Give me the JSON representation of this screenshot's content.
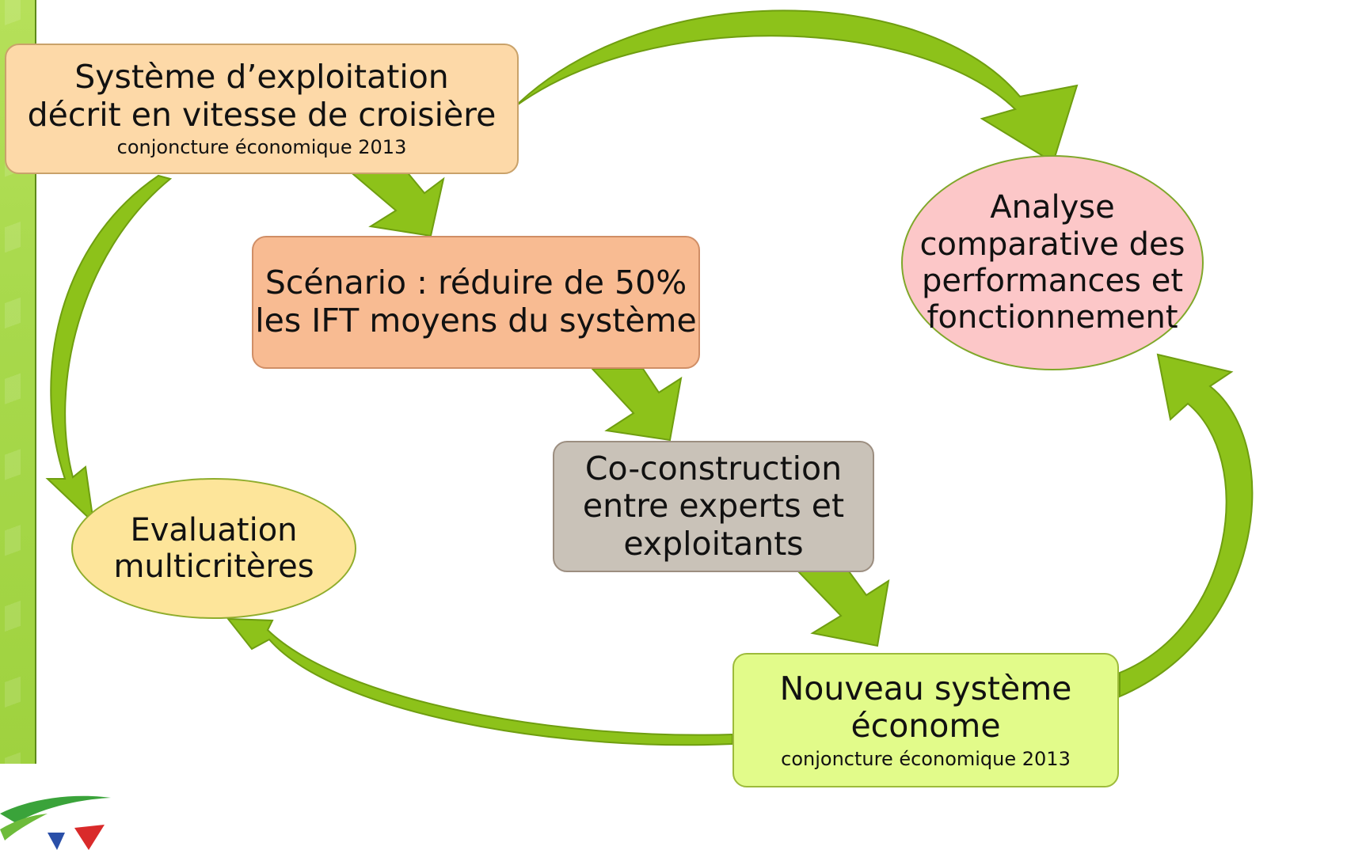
{
  "colors": {
    "arrow_green": "#8dc21a",
    "system_fill": "#fdd9a8",
    "scenario_fill": "#f8bb92",
    "coconstruction_fill": "#c9c2b8",
    "nouveau_fill": "#e2fb8a",
    "evaluation_fill": "#fde59a",
    "analyse_fill": "#fcc7c8"
  },
  "nodes": {
    "system": {
      "line1": "Système d’exploitation",
      "line2": "décrit en vitesse de croisière",
      "sub": "conjoncture économique 2013"
    },
    "scenario": {
      "line1": "Scénario : réduire de 50%",
      "line2": "les IFT moyens du système"
    },
    "coconstruction": {
      "line1": "Co-construction",
      "line2": "entre experts et",
      "line3": "exploitants"
    },
    "nouveau": {
      "line1": "Nouveau système",
      "line2": "économe",
      "sub": "conjoncture économique 2013"
    },
    "evaluation": {
      "line1": "Evaluation",
      "line2": "multicritères"
    },
    "analyse": {
      "line1": "Analyse",
      "line2": "comparative des",
      "line3": "performances et",
      "line4": "fonctionnement"
    }
  },
  "icons": {
    "side_strip": "decorative-green-strip",
    "logo": "partial-logo-swoosh"
  }
}
